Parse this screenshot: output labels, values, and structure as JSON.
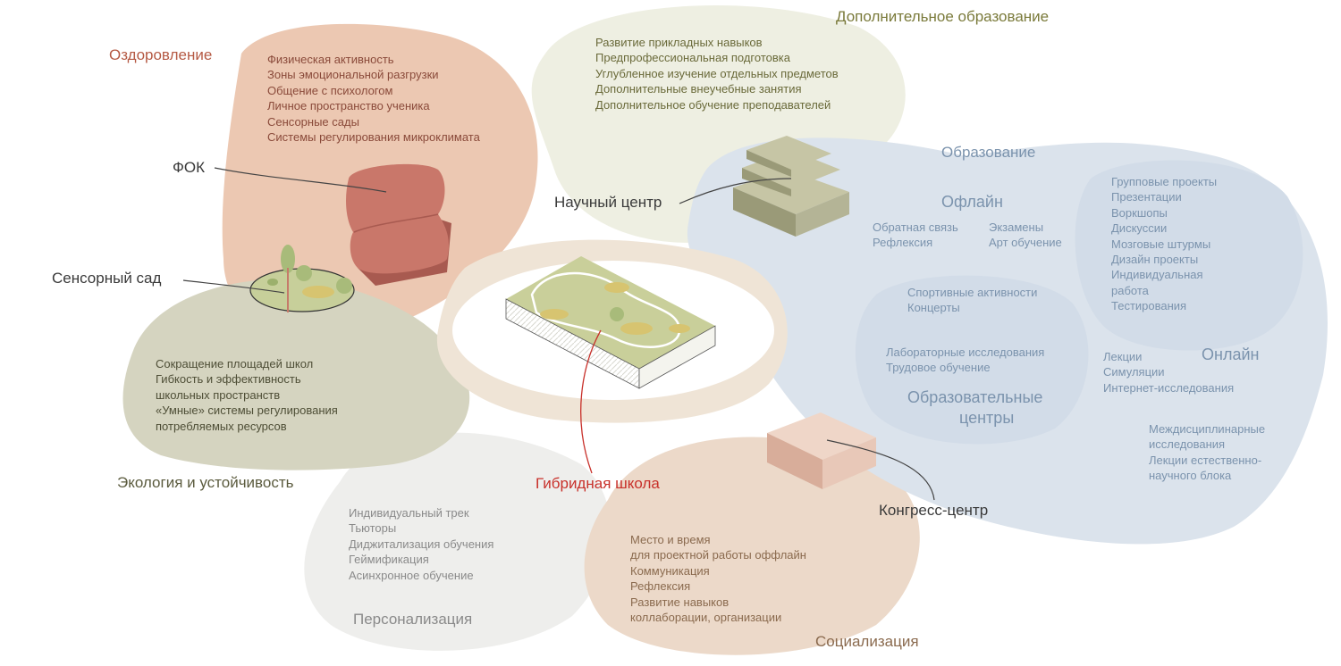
{
  "colors": {
    "health": "#ecc8b2",
    "health_text": "#b55a44",
    "health_building": "#c9776a",
    "extra": "#eeefe2",
    "extra_text": "#7a7a3a",
    "education": "#dbe3ec",
    "education_text": "#7b93ad",
    "ecology": "#d5d4c0",
    "ecology_text": "#5b5b3e",
    "personal": "#eeeeec",
    "personal_text": "#8a8a8a",
    "social": "#ecd9c9",
    "social_text": "#8a6a4e",
    "hybrid_text": "#c8302a",
    "building_green": "#b4b496",
    "congress_building": "#e8c8b8"
  },
  "zones": {
    "health": {
      "title": "Оздоровление",
      "items": [
        "Физическая активность",
        "Зоны эмоциональной разгрузки",
        "Общение с психологом",
        "Личное пространство ученика",
        "Сенсорные сады",
        "Системы регулирования микроклимата"
      ]
    },
    "extra_education": {
      "title": "Дополнительное образование",
      "items": [
        "Развитие прикладных навыков",
        "Предпрофессиональная подготовка",
        "Углубленное изучение отдельных предметов",
        "Дополнительные внеучебные занятия",
        "Дополнительное обучение преподавателей"
      ]
    },
    "education": {
      "title": "Образование",
      "offline_title": "Офлайн",
      "offline_col1": [
        "Обратная связь",
        "Рефлексия"
      ],
      "offline_col2": [
        "Экзамены",
        "Арт обучение"
      ],
      "group_items": [
        "Групповые проекты",
        "Презентации",
        "Воркшопы",
        "Дискуссии",
        "Мозговые штурмы",
        "Дизайн проекты",
        "Индивидуальная",
        "работа",
        "Тестирования"
      ],
      "online_title": "Онлайн",
      "online_items": [
        "Лекции",
        "Симуляции",
        "Интернет-исследования"
      ],
      "interdisciplinary_items": [
        "Междисциплинарные",
        "исследования",
        "Лекции естественно-",
        "научного блока"
      ]
    },
    "edu_centers": {
      "title_line1": "Образовательные",
      "title_line2": "центры",
      "sport_items": [
        "Спортивные активности",
        "Концерты"
      ],
      "lab_items": [
        "Лабораторные исследования",
        "Трудовое обучение"
      ]
    },
    "ecology": {
      "title": "Экология и устойчивость",
      "items": [
        "Сокращение площадей школ",
        "Гибкость и эффективность",
        "школьных пространств",
        "«Умные» системы регулирования",
        "потребляемых ресурсов"
      ]
    },
    "personalization": {
      "title": "Персонализация",
      "items": [
        "Индивидуальный трек",
        "Тьюторы",
        "Диджитализация обучения",
        "Геймификация",
        "Асинхронное обучение"
      ]
    },
    "socialization": {
      "title": "Социализация",
      "items": [
        "Место и время",
        "для проектной работы оффлайн",
        "Коммуникация",
        "Рефлексия",
        "Развитие навыков",
        "коллаборации, организации"
      ]
    }
  },
  "buildings": {
    "fok": "ФОК",
    "sensory_garden": "Сенсорный сад",
    "science_center": "Научный центр",
    "congress_center": "Конгресс-центр",
    "hybrid_school": "Гибридная школа"
  }
}
